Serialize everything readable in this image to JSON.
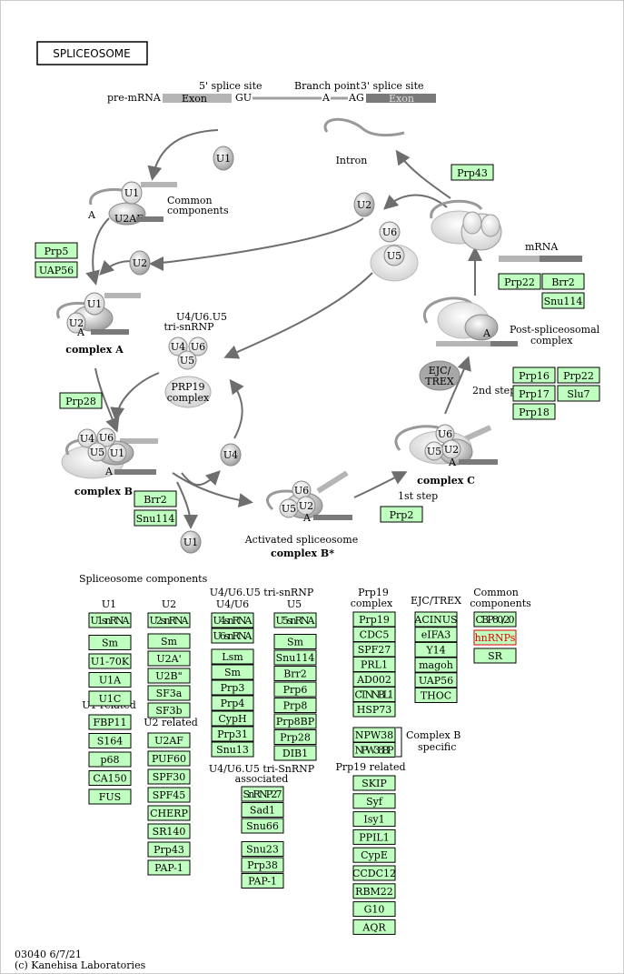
{
  "title": "SPLICEOSOME",
  "premrna": {
    "label": "pre-mRNA",
    "five_prime": "5' splice site",
    "branch": "Branch point",
    "three_prime": "3' splice site",
    "exon1": "Exon",
    "gu": "GU",
    "a": "A",
    "ag": "AG",
    "exon2": "Exon"
  },
  "cycle": {
    "u1": "U1",
    "u2": "U2",
    "u4": "U4",
    "u5": "U5",
    "u6": "U6",
    "u2af": "U2AF",
    "a": "A",
    "common_components": "Common components",
    "complex_a": "complex A",
    "complex_b": "complex B",
    "complex_bstar": "complex B*",
    "complex_c": "complex C",
    "activated": "Activated spliceosome",
    "tri_snrnp_1": "U4/U6.U5",
    "tri_snrnp_2": "tri-snRNP",
    "prp19_1": "PRP19",
    "prp19_2": "complex",
    "intron": "Intron",
    "mrna": "mRNA",
    "post_1": "Post-spliceosomal",
    "post_2": "complex",
    "ejc_1": "EJC/",
    "ejc_2": "TREX",
    "first_step": "1st step",
    "second_step": "2nd step"
  },
  "pathway_genes": {
    "prp5": "Prp5",
    "uap56": "UAP56",
    "prp28": "Prp28",
    "brr2": "Brr2",
    "snu114": "Snu114",
    "prp2": "Prp2",
    "prp43": "Prp43",
    "prp22a": "Prp22",
    "brr2b": "Brr2",
    "snu114b": "Snu114",
    "prp16": "Prp16",
    "prp22b": "Prp22",
    "prp17": "Prp17",
    "slu7": "Slu7",
    "prp18": "Prp18"
  },
  "components": {
    "heading": "Spliceosome components",
    "u1_head": "U1",
    "u1": [
      "U1snRNA",
      "Sm",
      "U1-70K",
      "U1A",
      "U1C"
    ],
    "u1_related_head": "U1 related",
    "u1_related": [
      "FBP11",
      "S164",
      "p68",
      "CA150",
      "FUS"
    ],
    "u2_head": "U2",
    "u2": [
      "U2snRNA",
      "Sm",
      "U2A'",
      "U2B\"",
      "SF3a",
      "SF3b"
    ],
    "u2_related_head": "U2 related",
    "u2_related": [
      "U2AF",
      "PUF60",
      "SPF30",
      "SPF45",
      "CHERP",
      "SR140",
      "Prp43",
      "PAP-1"
    ],
    "tri_head": "U4/U6.U5 tri-snRNP",
    "u46_head": "U4/U6",
    "u46": [
      "U4snRNA",
      "U6snRNA",
      "Lsm",
      "Sm",
      "Prp3",
      "Prp4",
      "CypH",
      "Prp31",
      "Snu13"
    ],
    "u5_head": "U5",
    "u5": [
      "U5snRNA",
      "Sm",
      "Snu114",
      "Brr2",
      "Prp6",
      "Prp8",
      "Prp8BP",
      "Prp28",
      "DIB1"
    ],
    "tri_assoc_head1": "U4/U6.U5 tri-SnRNP",
    "tri_assoc_head2": "associated",
    "tri_assoc": [
      "SnRNP27",
      "Sad1",
      "Snu66",
      "Snu23",
      "Prp38",
      "PAP-1"
    ],
    "prp19_head1": "Prp19",
    "prp19_head2": "complex",
    "prp19": [
      "Prp19",
      "CDC5",
      "SPF27",
      "PRL1",
      "AD002",
      "CTNNBL1",
      "HSP73"
    ],
    "complexb_specific": [
      "NPW38",
      "NPW38BP"
    ],
    "complexb_label1": "Complex B",
    "complexb_label2": "specific",
    "prp19_related_head": "Prp19 related",
    "prp19_related": [
      "SKIP",
      "Syf",
      "Isy1",
      "PPIL1",
      "CypE",
      "CCDC12",
      "RBM22",
      "G10",
      "AQR"
    ],
    "ejc_head": "EJC/TREX",
    "ejc": [
      "ACINUS",
      "eIFA3",
      "Y14",
      "magoh",
      "UAP56",
      "THOC"
    ],
    "common_head1": "Common",
    "common_head2": "components",
    "common": [
      "CBP80/20",
      "hnRNPs",
      "SR"
    ]
  },
  "footer": {
    "id": "03040 6/7/21",
    "copyright": "(c) Kanehisa Laboratories"
  },
  "colors": {
    "gene_fill": "#bfffbf",
    "highlight": "#e00000",
    "particle": "#c8c8c8",
    "arrow": "#6e6e6e"
  }
}
